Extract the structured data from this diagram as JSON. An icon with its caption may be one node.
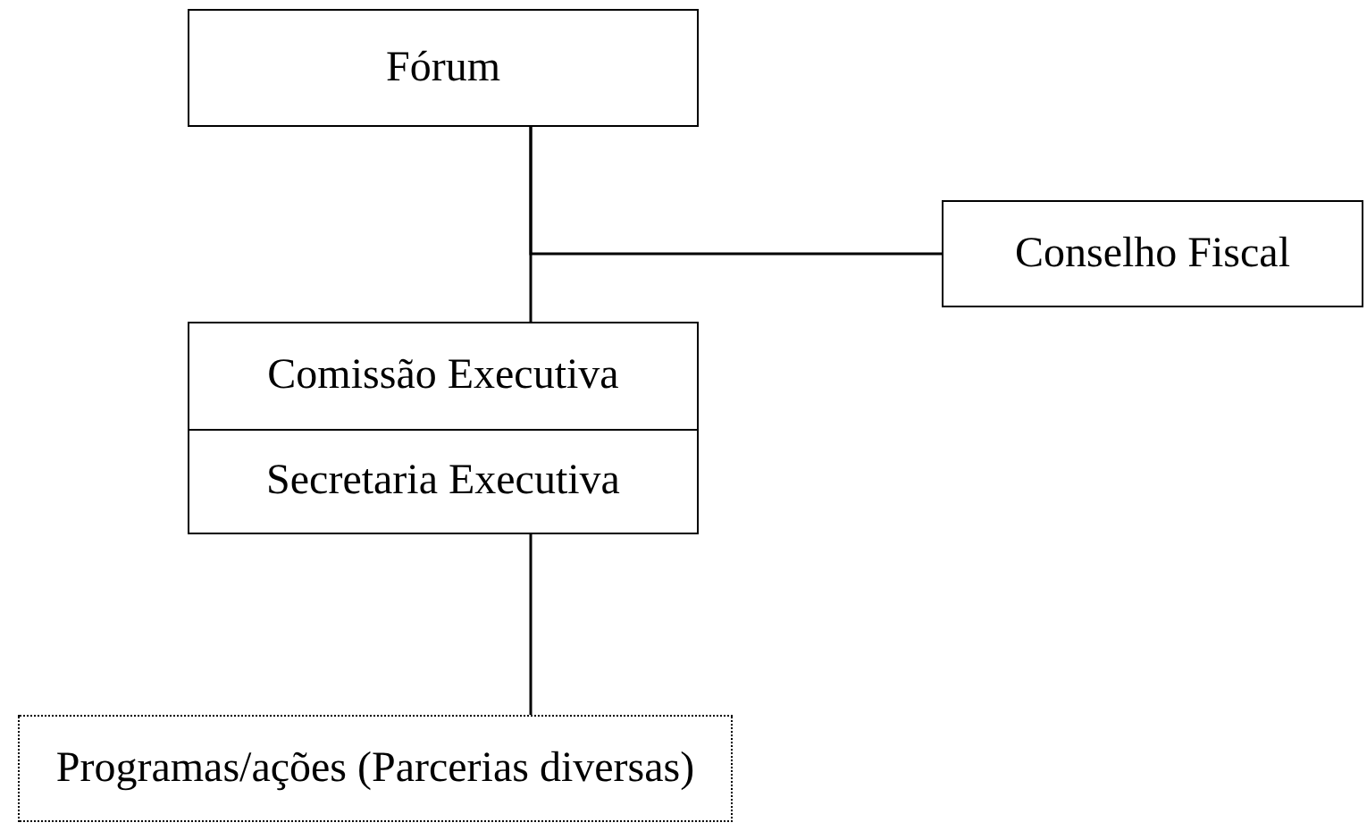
{
  "diagram": {
    "nodes": [
      {
        "text": [
          "Fórum"
        ]
      },
      {
        "text": [
          "Conselho Fiscal"
        ]
      },
      {
        "text": [
          "Comissão Executiva"
        ]
      },
      {
        "text": [
          "Secretaria Executiva"
        ]
      },
      {
        "text": [
          "Programas/ações (Parcerias diversas)"
        ]
      }
    ],
    "edges": [
      {
        "from": 0,
        "to": 2,
        "arrow": "none"
      },
      {
        "from": 0,
        "to": 1,
        "arrow": "none"
      },
      {
        "from": 3,
        "to": 4,
        "arrow": "none"
      }
    ]
  }
}
